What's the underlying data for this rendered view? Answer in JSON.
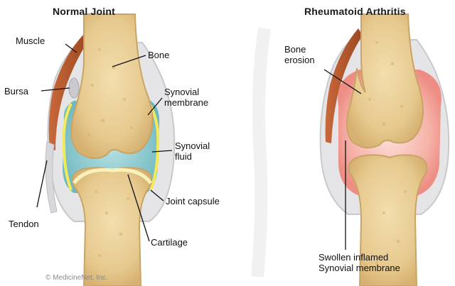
{
  "panels": {
    "normal": {
      "title": "Normal Joint",
      "labels": {
        "muscle": "Muscle",
        "bone": "Bone",
        "bursa": "Bursa",
        "synovial_membrane": [
          "Synovial",
          "membrane"
        ],
        "synovial_fluid": [
          "Synovial",
          "fluid"
        ],
        "joint_capsule": "Joint capsule",
        "tendon": "Tendon",
        "cartilage": "Cartilage"
      }
    },
    "ra": {
      "title": "Rheumatoid Arthritis",
      "labels": {
        "bone_erosion": [
          "Bone",
          "erosion"
        ],
        "swollen": [
          "Swollen inflamed",
          "Synovial membrane"
        ]
      }
    }
  },
  "copyright": "© MedicineNet, Inc.",
  "colors": {
    "bone_fill": "#e9cf97",
    "bone_outline": "#c9a466",
    "synovial_fluid": "#88c9cf",
    "cartilage_yellow": "#f2ea5a",
    "capsule_gray": "#d5d5d8",
    "muscle": "#b4582d",
    "inflamed": "#f3a29a"
  }
}
